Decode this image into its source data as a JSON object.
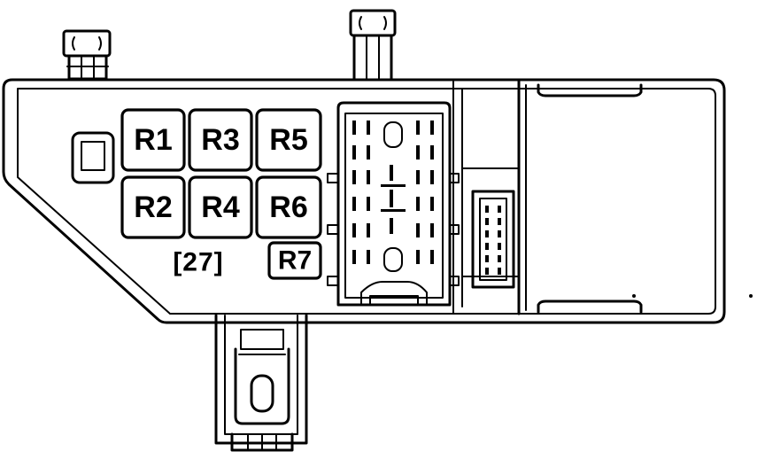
{
  "relays": [
    {
      "id": "r1",
      "label": "R1"
    },
    {
      "id": "r3",
      "label": "R3"
    },
    {
      "id": "r5",
      "label": "R5"
    },
    {
      "id": "r2",
      "label": "R2"
    },
    {
      "id": "r4",
      "label": "R4"
    },
    {
      "id": "r6",
      "label": "R6"
    },
    {
      "id": "r7",
      "label": "R7"
    }
  ],
  "fuse_label": "[27]"
}
